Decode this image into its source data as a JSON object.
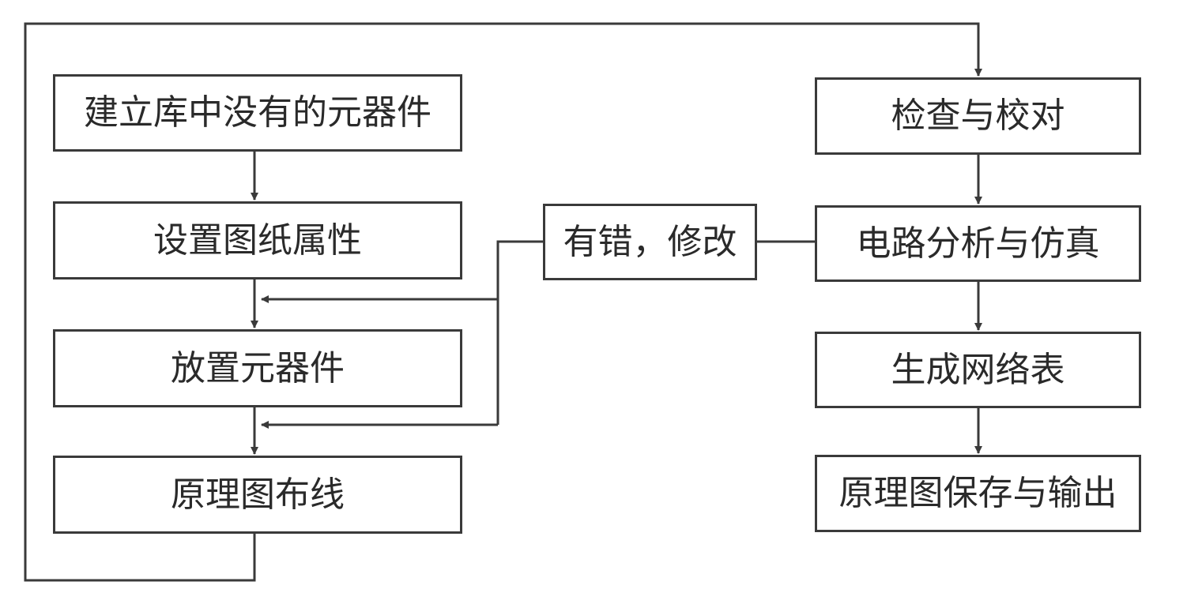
{
  "diagram": {
    "colors": {
      "line": "#3a3a3a",
      "text": "#2a2a2a",
      "background": "#ffffff"
    },
    "nodes": {
      "create_components": "建立库中没有的元器件",
      "sheet_properties": "设置图纸属性",
      "place_components": "放置元器件",
      "wiring": "原理图布线",
      "check": "检查与校对",
      "error_fix": "有错，修改",
      "analysis_sim": "电路分析与仿真",
      "netlist": "生成网络表",
      "save_output": "原理图保存与输出"
    }
  }
}
